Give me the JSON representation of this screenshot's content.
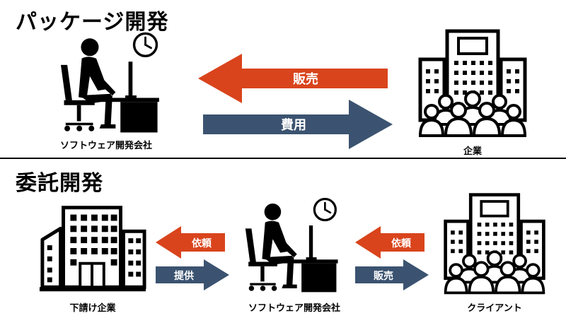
{
  "colors": {
    "supply_arrow": "#d9441c",
    "payment_arrow": "#3b5370",
    "ink": "#000000",
    "background": "#ffffff"
  },
  "package": {
    "title": "パッケージ開発",
    "developer_label": "ソフトウェア開発会社",
    "company_label": "企業",
    "arrow_sales": "販売",
    "arrow_cost": "費用"
  },
  "contract": {
    "title": "委託開発",
    "subcontractor_label": "下請け企業",
    "developer_label": "ソフトウェア開発会社",
    "client_label": "クライアント",
    "left_arrow_request": "依頼",
    "left_arrow_provide": "提供",
    "right_arrow_request": "依頼",
    "right_arrow_sales": "販売"
  },
  "icons": {
    "developer": "worker-at-desk-icon",
    "clock": "clock-icon",
    "company": "office-building-with-people-icon",
    "subcontractor": "office-buildings-icon"
  }
}
